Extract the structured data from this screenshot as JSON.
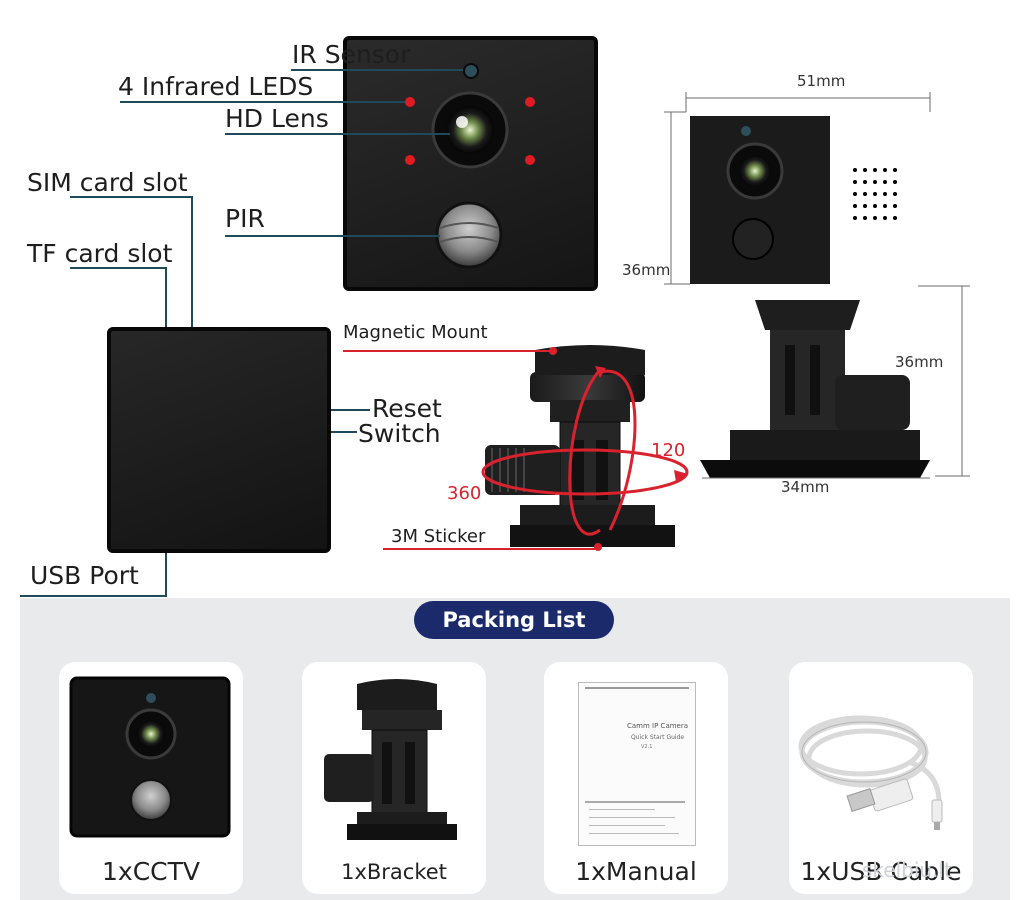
{
  "labels": {
    "ir_sensor": "IR Sensor",
    "infrared_leds": "4 Infrared LEDS",
    "hd_lens": "HD Lens",
    "sim_card_slot": "SIM card slot",
    "pir": "PIR",
    "tf_card_slot": "TF card slot",
    "reset": "Reset",
    "switch": "Switch",
    "usb_port": "USB Port",
    "magnetic_mount": "Magnetic Mount",
    "sticker": "3M Sticker",
    "rotation_360": "360",
    "rotation_120": "120"
  },
  "dimensions": {
    "width_top": "51mm",
    "height_left": "36mm",
    "height_right": "36mm",
    "depth_bottom": "34mm"
  },
  "packing_list": {
    "title": "Packing List",
    "items": [
      {
        "label": "1xCCTV"
      },
      {
        "label": "1xBracket"
      },
      {
        "label": "1xManual"
      },
      {
        "label": "1xUSB Cable"
      }
    ]
  },
  "manual": {
    "title": "Camm IP Camera",
    "subtitle": "Quick Start Guide",
    "version": "V2.1"
  },
  "watermark": "skelbiu.lt",
  "colors": {
    "accent_red": "#d9222e",
    "leader_line": "#1f4a5c",
    "badge_navy": "#1b2a6b",
    "panel_gray": "#e9eaec"
  }
}
